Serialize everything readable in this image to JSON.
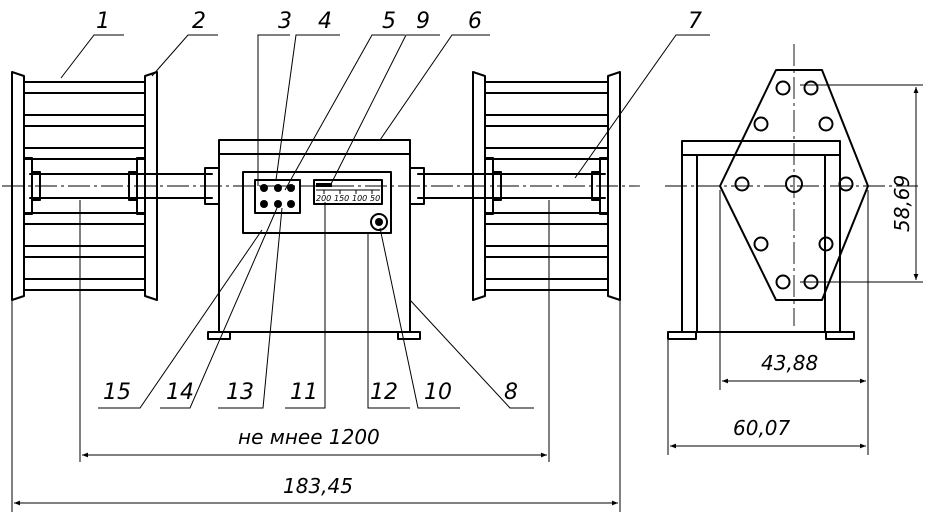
{
  "leaders_top": [
    "1",
    "2",
    "3",
    "4",
    "5",
    "9",
    "6",
    "7"
  ],
  "leaders_bottom": [
    "15",
    "14",
    "13",
    "11",
    "12",
    "10",
    "8"
  ],
  "dimensions": {
    "min_span": "не мнее 1200",
    "overall_length": "183,45",
    "side_height": "58,69",
    "side_inner_width": "43,88",
    "side_base_width": "60,07"
  },
  "scale_ticks": [
    "200",
    "150",
    "100",
    "50"
  ]
}
